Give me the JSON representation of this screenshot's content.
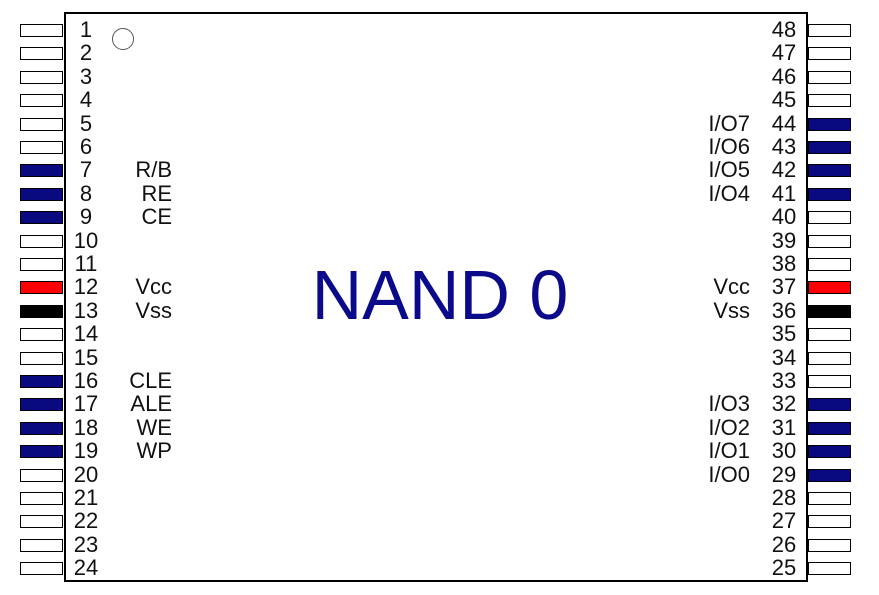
{
  "chip": {
    "title": "NAND 0"
  },
  "colors": {
    "signal": "#0a0a80",
    "power": "#ff0000",
    "ground": "#000000",
    "unused": "#ffffff",
    "title": "#0a0a8a"
  },
  "pins": [
    {
      "num": "1",
      "signal": "",
      "kind": "unused"
    },
    {
      "num": "2",
      "signal": "",
      "kind": "unused"
    },
    {
      "num": "3",
      "signal": "",
      "kind": "unused"
    },
    {
      "num": "4",
      "signal": "",
      "kind": "unused"
    },
    {
      "num": "5",
      "signal": "",
      "kind": "unused"
    },
    {
      "num": "6",
      "signal": "",
      "kind": "unused"
    },
    {
      "num": "7",
      "signal": "R/B",
      "kind": "signal"
    },
    {
      "num": "8",
      "signal": "RE",
      "kind": "signal"
    },
    {
      "num": "9",
      "signal": "CE",
      "kind": "signal"
    },
    {
      "num": "10",
      "signal": "",
      "kind": "unused"
    },
    {
      "num": "11",
      "signal": "",
      "kind": "unused"
    },
    {
      "num": "12",
      "signal": "Vcc",
      "kind": "power"
    },
    {
      "num": "13",
      "signal": "Vss",
      "kind": "ground"
    },
    {
      "num": "14",
      "signal": "",
      "kind": "unused"
    },
    {
      "num": "15",
      "signal": "",
      "kind": "unused"
    },
    {
      "num": "16",
      "signal": "CLE",
      "kind": "signal"
    },
    {
      "num": "17",
      "signal": "ALE",
      "kind": "signal"
    },
    {
      "num": "18",
      "signal": "WE",
      "kind": "signal"
    },
    {
      "num": "19",
      "signal": "WP",
      "kind": "signal"
    },
    {
      "num": "20",
      "signal": "",
      "kind": "unused"
    },
    {
      "num": "21",
      "signal": "",
      "kind": "unused"
    },
    {
      "num": "22",
      "signal": "",
      "kind": "unused"
    },
    {
      "num": "23",
      "signal": "",
      "kind": "unused"
    },
    {
      "num": "24",
      "signal": "",
      "kind": "unused"
    },
    {
      "num": "25",
      "signal": "",
      "kind": "unused"
    },
    {
      "num": "26",
      "signal": "",
      "kind": "unused"
    },
    {
      "num": "27",
      "signal": "",
      "kind": "unused"
    },
    {
      "num": "28",
      "signal": "",
      "kind": "unused"
    },
    {
      "num": "29",
      "signal": "I/O0",
      "kind": "signal"
    },
    {
      "num": "30",
      "signal": "I/O1",
      "kind": "signal"
    },
    {
      "num": "31",
      "signal": "I/O2",
      "kind": "signal"
    },
    {
      "num": "32",
      "signal": "I/O3",
      "kind": "signal"
    },
    {
      "num": "33",
      "signal": "",
      "kind": "unused"
    },
    {
      "num": "34",
      "signal": "",
      "kind": "unused"
    },
    {
      "num": "35",
      "signal": "",
      "kind": "unused"
    },
    {
      "num": "36",
      "signal": "Vss",
      "kind": "ground"
    },
    {
      "num": "37",
      "signal": "Vcc",
      "kind": "power"
    },
    {
      "num": "38",
      "signal": "",
      "kind": "unused"
    },
    {
      "num": "39",
      "signal": "",
      "kind": "unused"
    },
    {
      "num": "40",
      "signal": "",
      "kind": "unused"
    },
    {
      "num": "41",
      "signal": "I/O4",
      "kind": "signal"
    },
    {
      "num": "42",
      "signal": "I/O5",
      "kind": "signal"
    },
    {
      "num": "43",
      "signal": "I/O6",
      "kind": "signal"
    },
    {
      "num": "44",
      "signal": "I/O7",
      "kind": "signal"
    },
    {
      "num": "45",
      "signal": "",
      "kind": "unused"
    },
    {
      "num": "46",
      "signal": "",
      "kind": "unused"
    },
    {
      "num": "47",
      "signal": "",
      "kind": "unused"
    },
    {
      "num": "48",
      "signal": "",
      "kind": "unused"
    }
  ]
}
